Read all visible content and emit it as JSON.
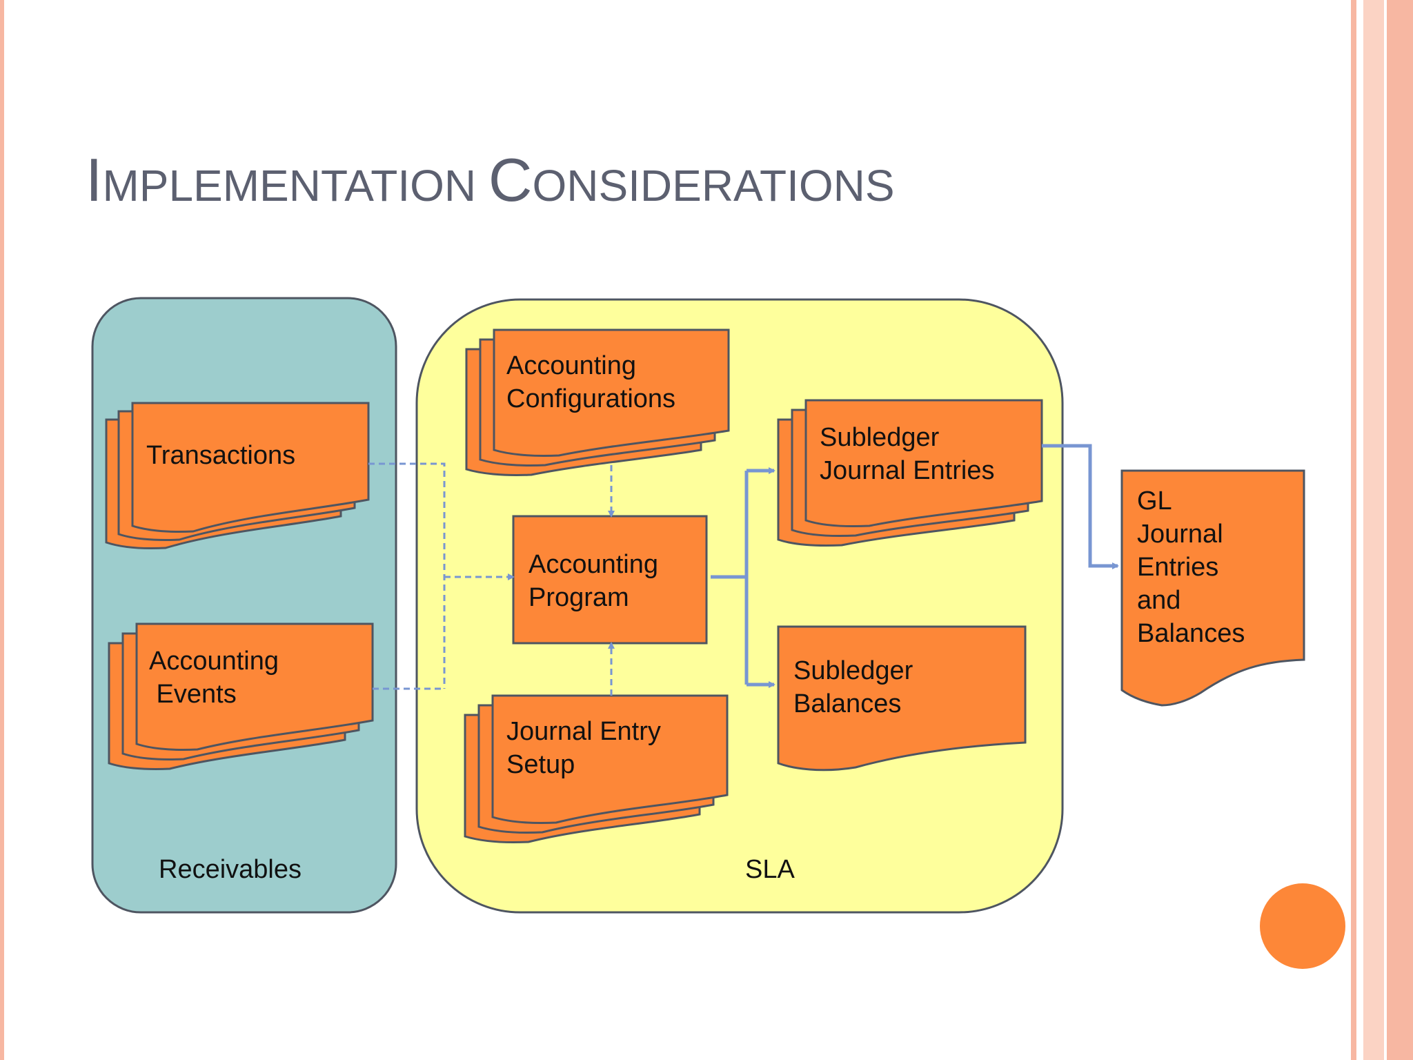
{
  "slide": {
    "title_first_letter_1": "I",
    "title_rest_1": "MPLEMENTATION",
    "title_first_letter_2": "C",
    "title_rest_2": "ONSIDERATIONS"
  },
  "groups": {
    "receivables": "Receivables",
    "sla": "SLA"
  },
  "nodes": {
    "transactions": [
      "Transactions"
    ],
    "accounting_events": [
      "Accounting",
      " Events"
    ],
    "accounting_configurations": [
      "Accounting",
      "Configurations"
    ],
    "accounting_program": [
      "Accounting",
      "Program"
    ],
    "journal_entry_setup": [
      "Journal Entry",
      "Setup"
    ],
    "subledger_journal_entries": [
      "Subledger",
      "Journal Entries"
    ],
    "subledger_balances": [
      "Subledger",
      "Balances"
    ],
    "gl_journal_entries": [
      "GL",
      "Journal",
      "Entries",
      "and",
      "Balances"
    ]
  },
  "colors": {
    "receivables_fill": "#9dcdcd",
    "sla_fill": "#feff9c",
    "node_fill": "#fd8738",
    "outline": "#4e5561",
    "connector": "#7896d2",
    "frame_pink": "#f7b7a2"
  }
}
